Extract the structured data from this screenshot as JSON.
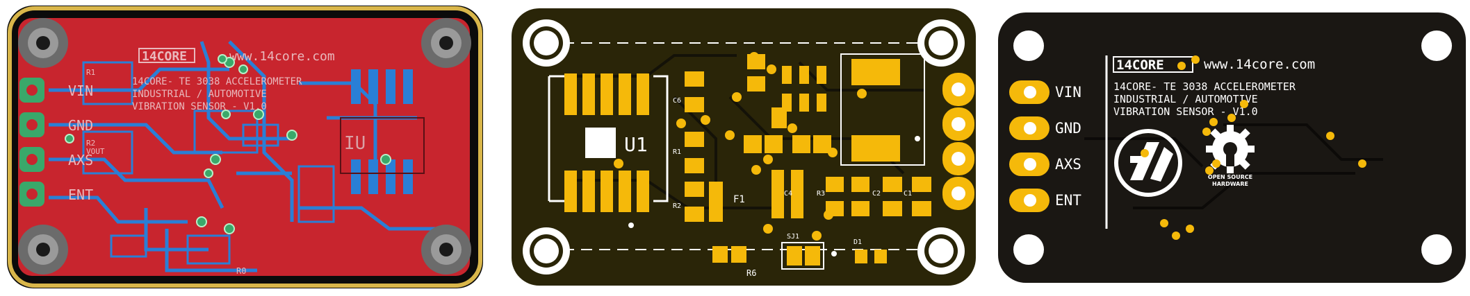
{
  "panel1": {
    "logo": "14CORE",
    "url": "www.14core.com",
    "title_line": "14CORE- TE 3038 ACCELEROMETER",
    "subtitle_line": "INDUSTRIAL / AUTOMOTIVE",
    "third_line": "VIBRATION SENSOR - V1.0",
    "pins": [
      "VIN",
      "GND",
      "AXS",
      "ENT"
    ],
    "ref_r1": "R1",
    "ref_r2": "R2",
    "ref_vout": "VOUT",
    "ref_u": "IU",
    "bottom_mark": "R0"
  },
  "panel2": {
    "u1": "U1",
    "r1": "R1",
    "r2": "R2",
    "r3": "R3",
    "r6": "R6",
    "f1": "F1",
    "c1": "C1",
    "c2": "C2",
    "c4": "C4",
    "c6": "C6",
    "sj1": "SJ1",
    "d1": "D1"
  },
  "panel3": {
    "logo": "14CORE",
    "url": "www.14core.com",
    "line1": "14CORE- TE 3038 ACCELEROMETER",
    "line2": "INDUSTRIAL / AUTOMOTIVE",
    "line3": "VIBRATION SENSOR - V1.0",
    "pins": [
      "VIN",
      "GND",
      "AXS",
      "ENT"
    ],
    "oshw_line1": "OPEN SOURCE",
    "oshw_line2": "HARDWARE"
  },
  "colors": {
    "red_copper": "#c8252e",
    "gold_pad": "#f5b90a",
    "board_dark": "#2a2508",
    "board_black": "#1a1713",
    "silk_white": "#ffffff",
    "blue_trace": "#2a7fd6",
    "green_pad": "#3aa86a"
  }
}
